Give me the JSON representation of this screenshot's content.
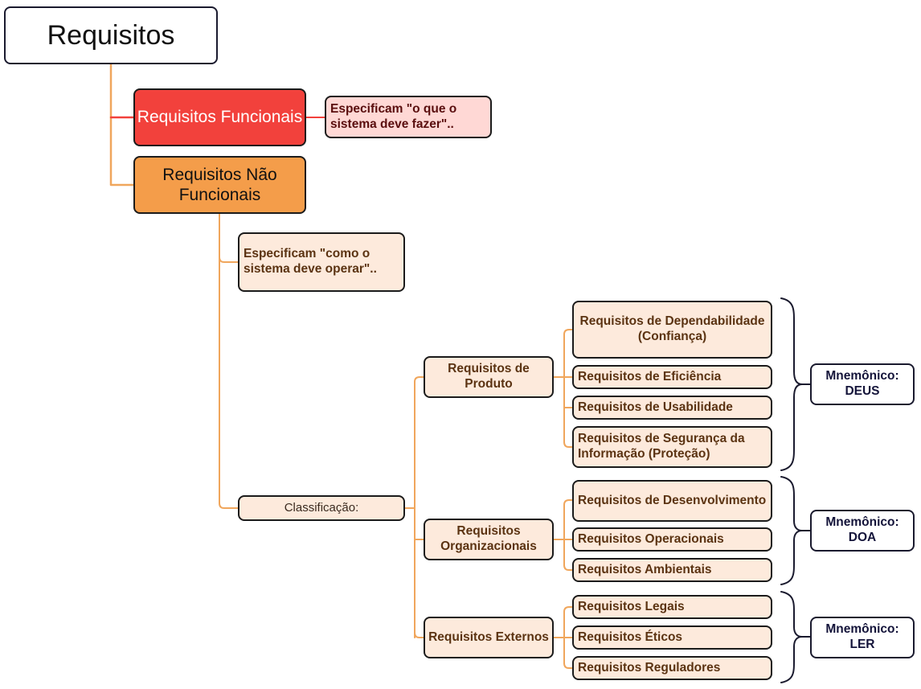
{
  "root": {
    "label": "Requisitos"
  },
  "funcionais": {
    "label": "Requisitos Funcionais",
    "note": "Especificam \"o que o sistema deve fazer\".."
  },
  "nao_funcionais": {
    "label": "Requisitos Não Funcionais",
    "note": "Especificam \"como o sistema deve operar\"..",
    "classificacao": "Classificação:"
  },
  "categorias": [
    {
      "label": "Requisitos de Produto",
      "itens": [
        "Requisitos de Dependabilidade (Confiança)",
        "Requisitos de Eficiência",
        "Requisitos de Usabilidade",
        "Requisitos de Segurança da Informação (Proteção)"
      ],
      "mnemonico_label": "Mnemônico:",
      "mnemonico": "DEUS"
    },
    {
      "label": "Requisitos Organizacionais",
      "itens": [
        "Requisitos de Desenvolvimento",
        "Requisitos Operacionais",
        "Requisitos Ambientais"
      ],
      "mnemonico_label": "Mnemônico:",
      "mnemonico": "DOA"
    },
    {
      "label": "Requisitos Externos",
      "itens": [
        "Requisitos Legais",
        "Requisitos Éticos",
        "Requisitos Reguladores"
      ],
      "mnemonico_label": "Mnemônico:",
      "mnemonico": "LER"
    }
  ],
  "colors": {
    "funcionais": "#f2413c",
    "nao_funcionais": "#f49d4a",
    "connector": "#f0a65c",
    "leaf_fill": "#fdeadc",
    "brace": "#1a1a2e"
  }
}
